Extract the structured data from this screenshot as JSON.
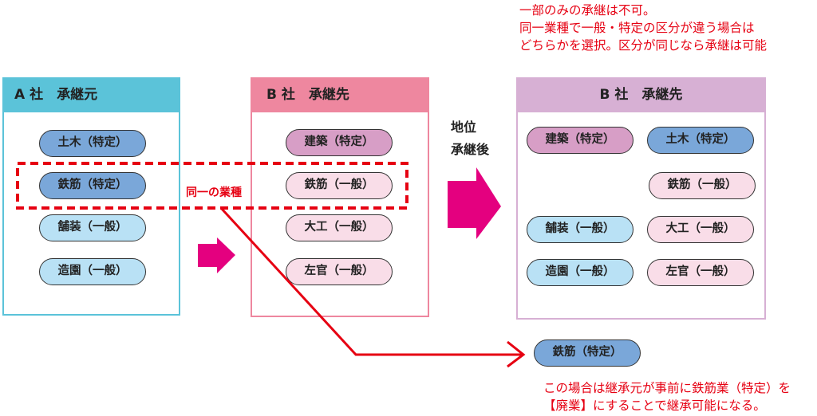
{
  "top_note": {
    "lines": [
      "一部のみの承継は不可。",
      "同一業種で一般・特定の区分が違う場合は",
      "どちらかを選択。区分が同じなら承継は可能"
    ]
  },
  "panel_a": {
    "title": "A 社　承継元",
    "header_color": "#5bc3d9",
    "items": [
      {
        "label": "土木（特定）",
        "type": "tokutei"
      },
      {
        "label": "鉄筋（特定）",
        "type": "tokutei"
      },
      {
        "label": "舗装（一般）",
        "type": "ippan"
      },
      {
        "label": "造園（一般）",
        "type": "ippan"
      }
    ]
  },
  "panel_b": {
    "title": "B 社　承継先",
    "header_color": "#ee879f",
    "items": [
      {
        "label": "建築（特定）",
        "type": "tokutei"
      },
      {
        "label": "鉄筋（一般）",
        "type": "ippan"
      },
      {
        "label": "大工（一般）",
        "type": "ippan"
      },
      {
        "label": "左官（一般）",
        "type": "ippan"
      }
    ]
  },
  "panel_result": {
    "title": "B 社　承継先",
    "header_color": "#d7b0d4",
    "items": [
      {
        "label": "建築（特定）",
        "type": "tokutei"
      },
      {
        "label": "土木（特定）",
        "type": "tokutei"
      },
      {
        "label": "鉄筋（一般）",
        "type": "ippan"
      },
      {
        "label": "舗装（一般）",
        "type": "ippan"
      },
      {
        "label": "大工（一般）",
        "type": "ippan"
      },
      {
        "label": "造園（一般）",
        "type": "ippan"
      },
      {
        "label": "左官（一般）",
        "type": "ippan"
      }
    ]
  },
  "same_industry_label": "同一の業種",
  "transition_label": [
    "地位",
    "承継後"
  ],
  "excluded_item": {
    "label": "鉄筋（特定）",
    "type": "tokutei"
  },
  "bottom_note": {
    "lines": [
      "この場合は継承元が事前に鉄筋業（特定）を",
      "【廃業】にすることで継承可能になる。"
    ]
  },
  "colors": {
    "accent_red": "#e60012",
    "arrow_magenta": "#e4007f",
    "tokutei_blue": "#7aa7d9",
    "ippan_blue": "#b9e1f5",
    "tokutei_purple": "#d79ec6",
    "ippan_pink": "#f9dde8"
  }
}
